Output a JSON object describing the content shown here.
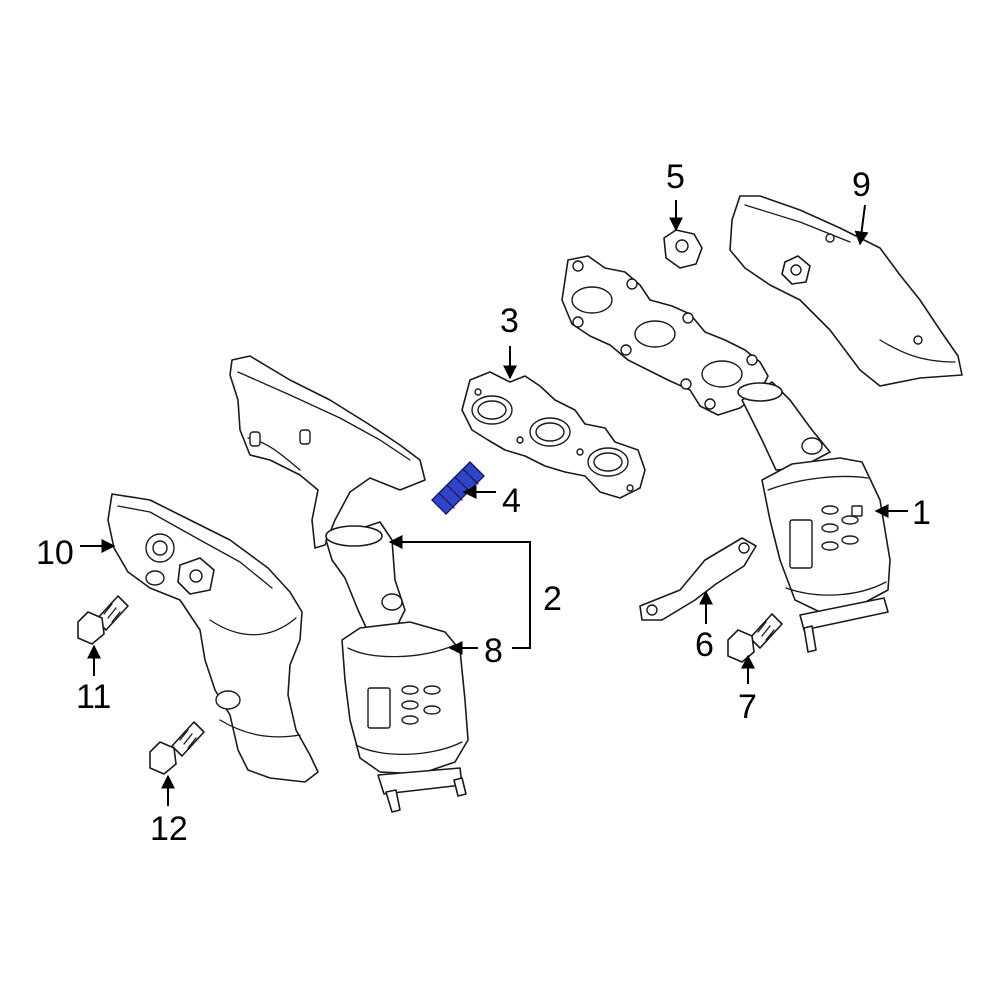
{
  "diagram": {
    "highlight_color": "#2f44c8",
    "callouts": [
      {
        "id": "1",
        "label": "1"
      },
      {
        "id": "2",
        "label": "2"
      },
      {
        "id": "3",
        "label": "3"
      },
      {
        "id": "4",
        "label": "4"
      },
      {
        "id": "5",
        "label": "5"
      },
      {
        "id": "6",
        "label": "6"
      },
      {
        "id": "7",
        "label": "7"
      },
      {
        "id": "8",
        "label": "8"
      },
      {
        "id": "9",
        "label": "9"
      },
      {
        "id": "10",
        "label": "10"
      },
      {
        "id": "11",
        "label": "11"
      },
      {
        "id": "12",
        "label": "12"
      }
    ]
  }
}
